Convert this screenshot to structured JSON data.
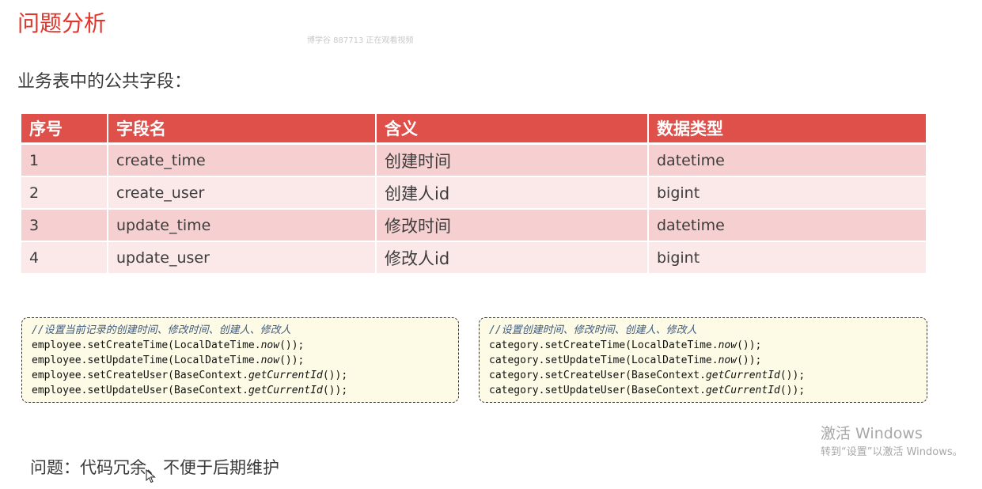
{
  "page": {
    "title": "问题分析",
    "watermark": "博学谷 887713 正在观看视频",
    "subtitle": "业务表中的公共字段：",
    "problem": "问题：代码冗余、不便于后期维护"
  },
  "table": {
    "headers": [
      "序号",
      "字段名",
      "含义",
      "数据类型"
    ],
    "rows": [
      [
        "1",
        "create_time",
        "创建时间",
        "datetime"
      ],
      [
        "2",
        "create_user",
        "创建人id",
        "bigint"
      ],
      [
        "3",
        "update_time",
        "修改时间",
        "datetime"
      ],
      [
        "4",
        "update_user",
        "修改人id",
        "bigint"
      ]
    ]
  },
  "code_left": {
    "comment": "//设置当前记录的创建时间、修改时间、创建人、修改人",
    "lines": [
      {
        "prefix": "employee.setCreateTime(LocalDateTime.",
        "call": "now",
        "suffix": "());"
      },
      {
        "prefix": "employee.setUpdateTime(LocalDateTime.",
        "call": "now",
        "suffix": "());"
      },
      {
        "prefix": "employee.setCreateUser(BaseContext.",
        "call": "getCurrentId",
        "suffix": "());"
      },
      {
        "prefix": "employee.setUpdateUser(BaseContext.",
        "call": "getCurrentId",
        "suffix": "());"
      }
    ]
  },
  "code_right": {
    "comment": "//设置创建时间、修改时间、创建人、修改人",
    "lines": [
      {
        "prefix": "category.setCreateTime(LocalDateTime.",
        "call": "now",
        "suffix": "());"
      },
      {
        "prefix": "category.setUpdateTime(LocalDateTime.",
        "call": "now",
        "suffix": "());"
      },
      {
        "prefix": "category.setCreateUser(BaseContext.",
        "call": "getCurrentId",
        "suffix": "());"
      },
      {
        "prefix": "category.setUpdateUser(BaseContext.",
        "call": "getCurrentId",
        "suffix": "());"
      }
    ]
  },
  "windows_activation": {
    "line1": "激活 Windows",
    "line2": "转到“设置”以激活 Windows。"
  },
  "colors": {
    "title": "#e0352b",
    "table_header": "#e0504a",
    "row_odd": "#f6d0d0",
    "row_even": "#fbe8e8",
    "code_bg": "#fdfbe6"
  },
  "icons": {
    "cursor": "mouse-pointer-icon"
  }
}
